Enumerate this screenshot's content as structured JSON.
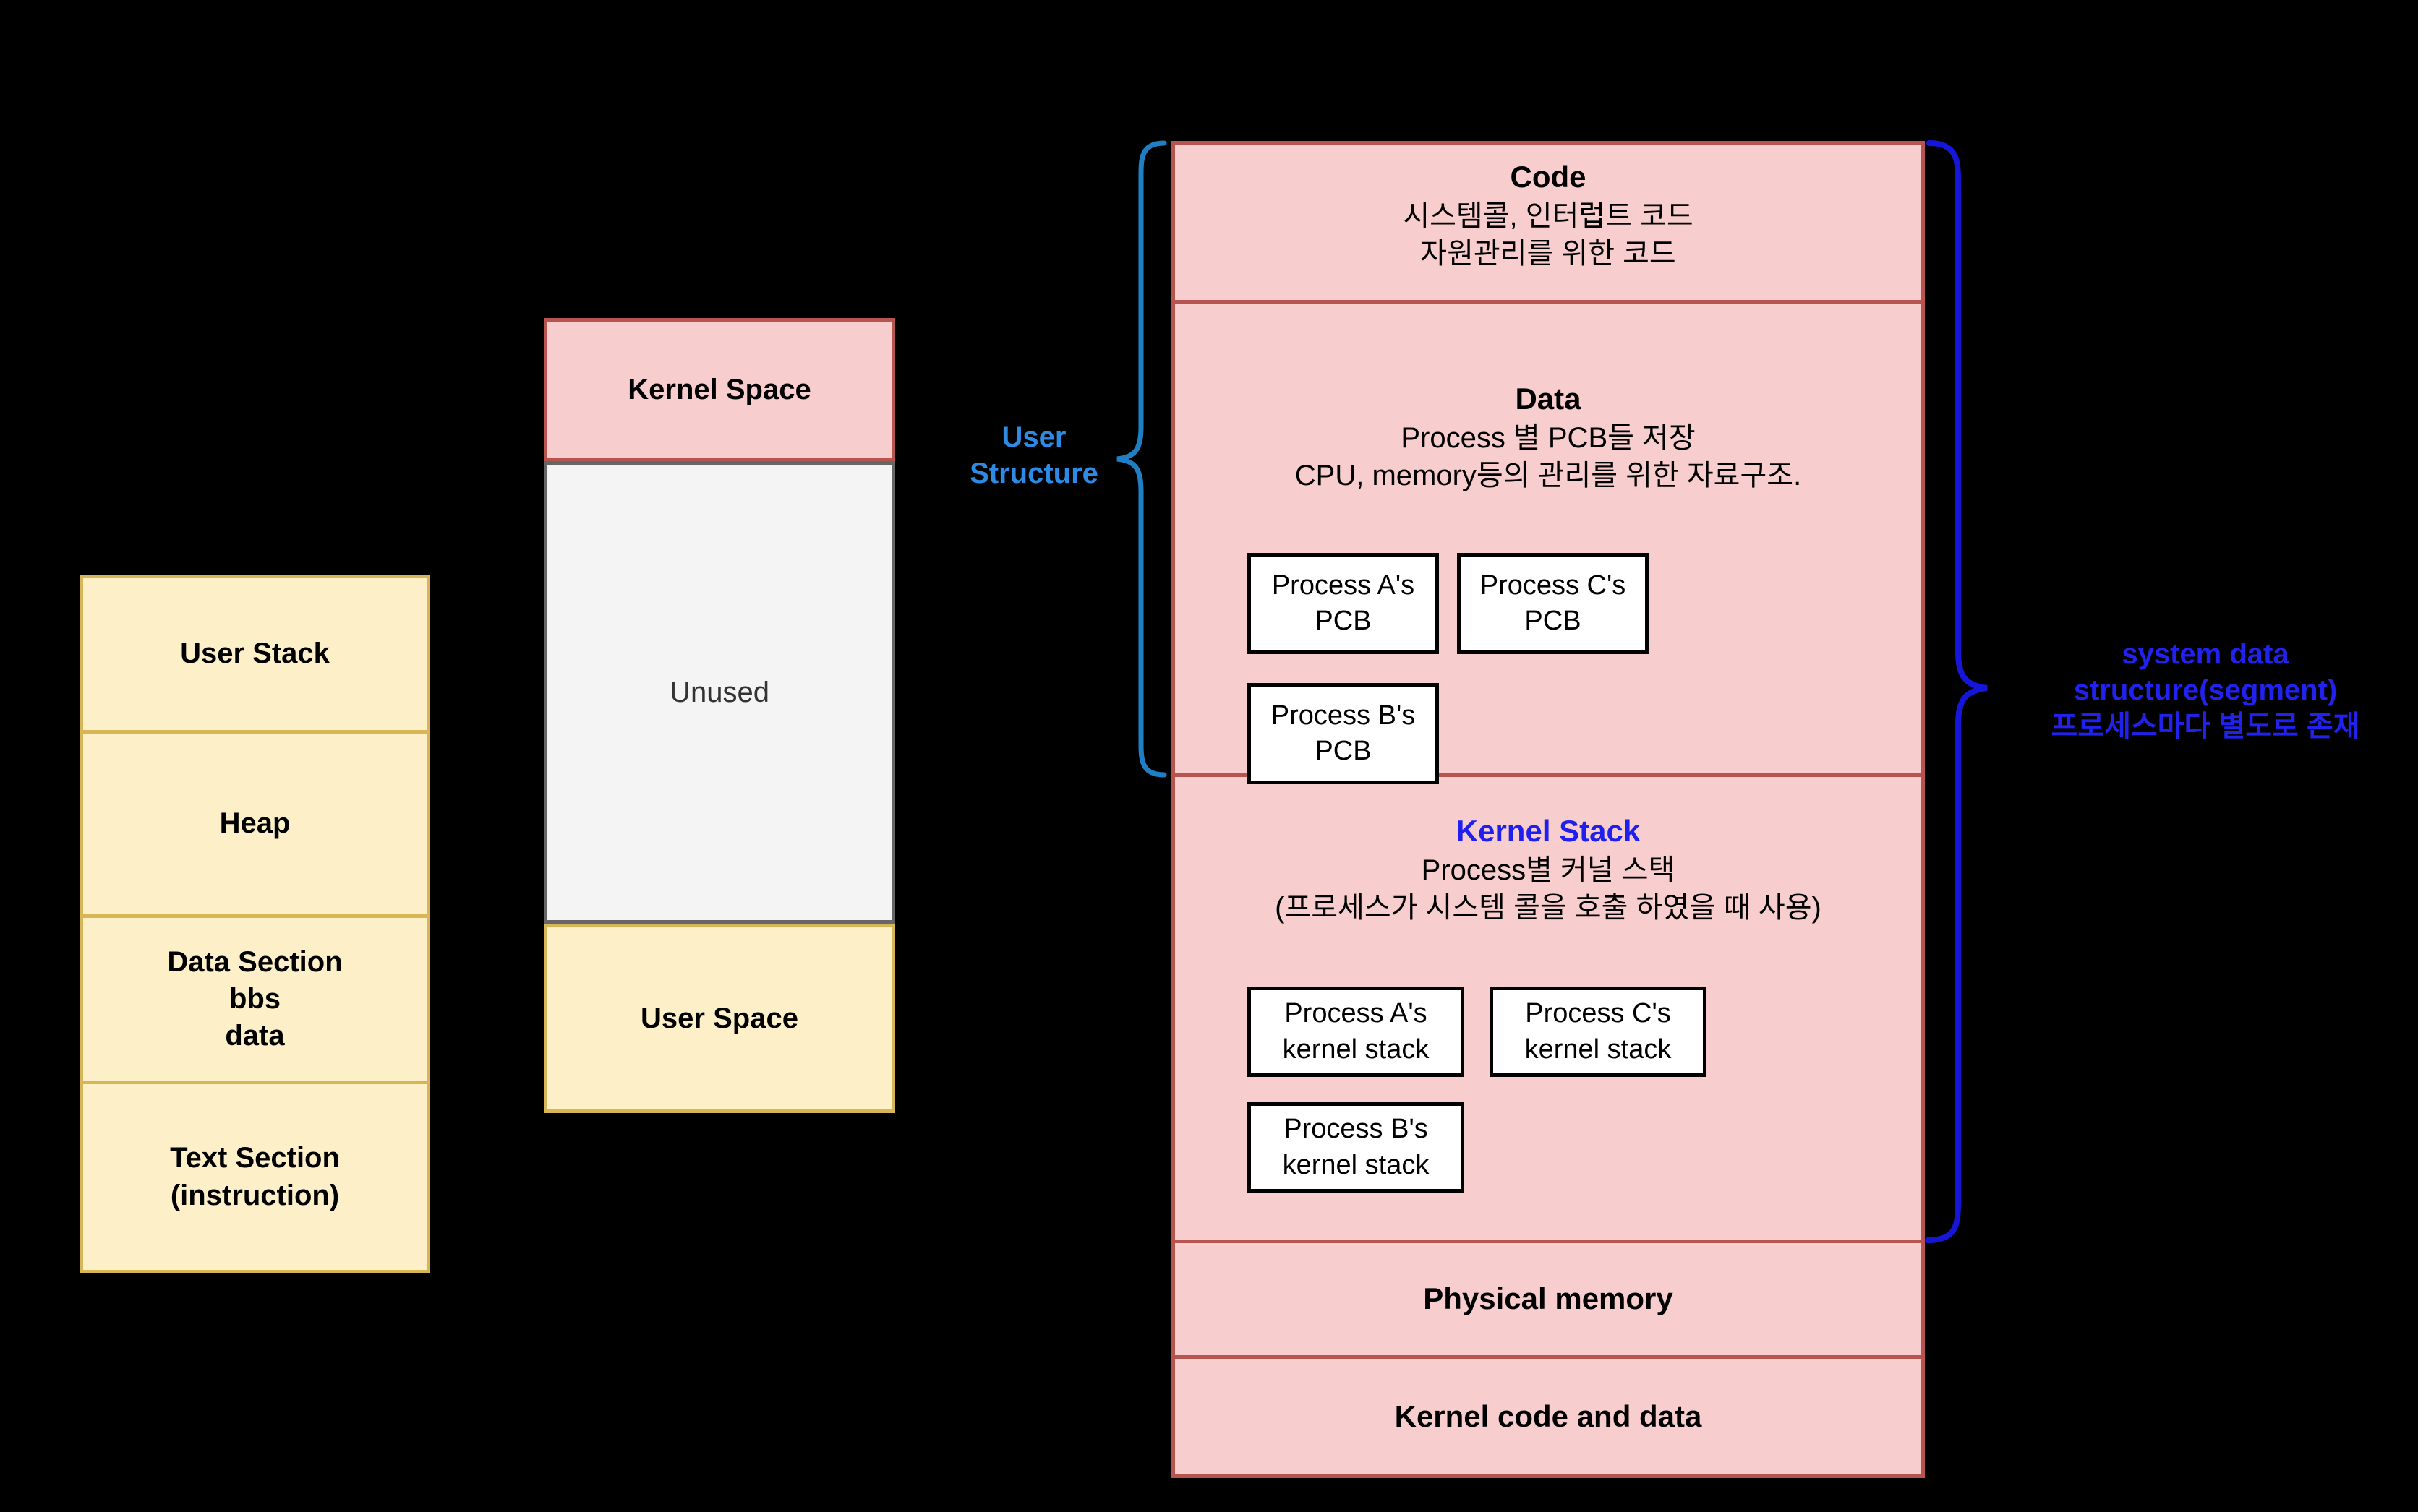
{
  "user_address_space": {
    "rows": [
      {
        "lines": [
          "User Stack"
        ]
      },
      {
        "lines": [
          "Heap"
        ]
      },
      {
        "lines": [
          "Data Section",
          "bbs",
          "data"
        ]
      },
      {
        "lines": [
          "Text Section",
          "(instruction)"
        ]
      }
    ],
    "fill": "#FDF0C8",
    "border": "#D6B656"
  },
  "memory_split": {
    "kernel_space": {
      "label": "Kernel Space",
      "fill": "#F8CDCD",
      "border": "#B85450"
    },
    "unused": {
      "label": "Unused",
      "fill": "#F4F4F4",
      "border": "#666666"
    },
    "user_space": {
      "label": "User Space",
      "fill": "#FDF0C8",
      "border": "#D6B656"
    }
  },
  "kernel_panel": {
    "fill": "#F8CDCD",
    "border": "#B85450",
    "sections": {
      "code": {
        "title": "Code",
        "lines": [
          "시스템콜, 인터럽트 코드",
          "자원관리를 위한 코드"
        ]
      },
      "data": {
        "title": "Data",
        "lines": [
          "Process 별 PCB들 저장",
          "CPU, memory등의 관리를 위한 자료구조."
        ],
        "boxes": [
          {
            "lines": [
              "Process A's",
              "PCB"
            ]
          },
          {
            "lines": [
              "Process C's",
              "PCB"
            ]
          },
          {
            "lines": [
              "Process B's",
              "PCB"
            ]
          }
        ]
      },
      "kernel_stack": {
        "title": "Kernel Stack",
        "title_color": "#1F1FEE",
        "lines": [
          "Process별 커널 스택",
          "(프로세스가 시스템 콜을 호출 하였을 때 사용)"
        ],
        "boxes": [
          {
            "lines": [
              "Process A's",
              "kernel stack"
            ]
          },
          {
            "lines": [
              "Process C's",
              "kernel stack"
            ]
          },
          {
            "lines": [
              "Process B's",
              "kernel stack"
            ]
          }
        ]
      },
      "physical_memory": {
        "title": "Physical memory"
      },
      "kernel_code_and_data": {
        "title": "Kernel code and data"
      }
    }
  },
  "annotations": {
    "user_structure": {
      "lines": [
        "User",
        "Structure"
      ],
      "color": "#2E8BE5"
    },
    "system_data_structure": {
      "lines": [
        "system data",
        "structure(segment)",
        "프로세스마다 별도로 존재"
      ],
      "color": "#2222EE"
    }
  }
}
